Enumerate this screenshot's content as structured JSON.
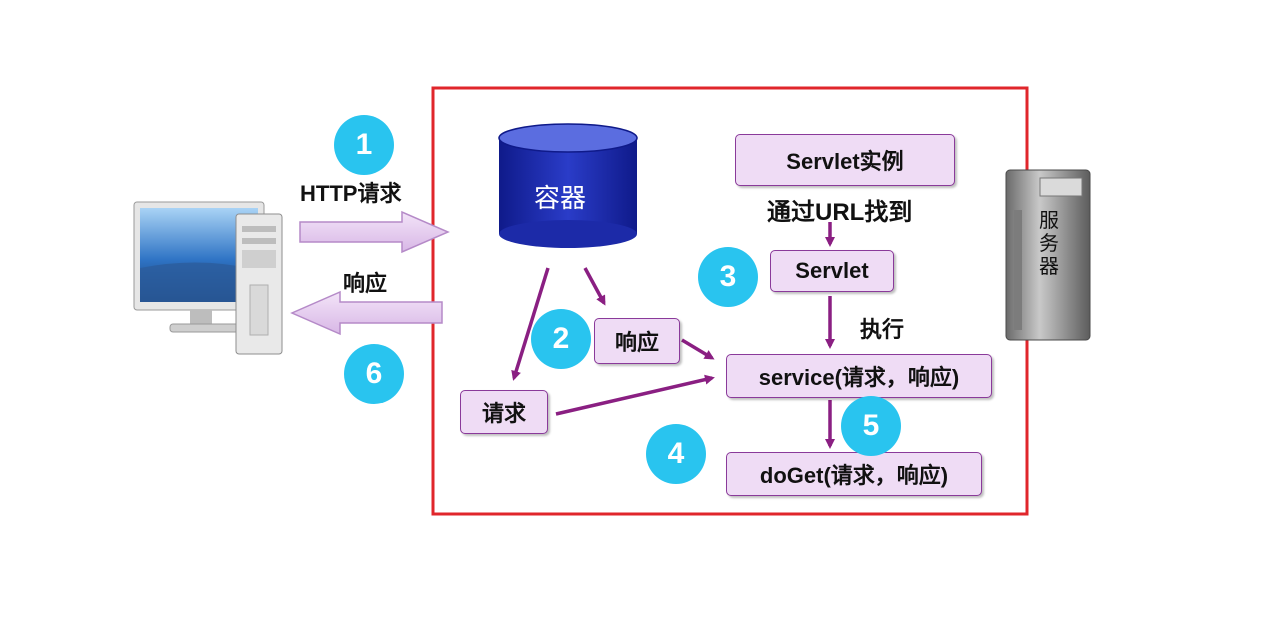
{
  "client": {
    "request_label": "HTTP请求",
    "response_label": "响应"
  },
  "container": {
    "label": "容器"
  },
  "boxes": {
    "servlet_instance": "Servlet实例",
    "find_by_url": "通过URL找到",
    "servlet": "Servlet",
    "execute": "执行",
    "response": "响应",
    "request": "请求",
    "service": "service(请求，响应)",
    "doget": "doGet(请求，响应)"
  },
  "server": {
    "label_chars": [
      "服",
      "务",
      "器"
    ]
  },
  "steps": [
    "1",
    "2",
    "3",
    "4",
    "5",
    "6"
  ],
  "colors": {
    "border": "#e0262b",
    "arrow": "#8a1f82",
    "badge": "#29c4ef",
    "box_fill": "#efdcf5",
    "container_fill": "#1c2aa8"
  }
}
